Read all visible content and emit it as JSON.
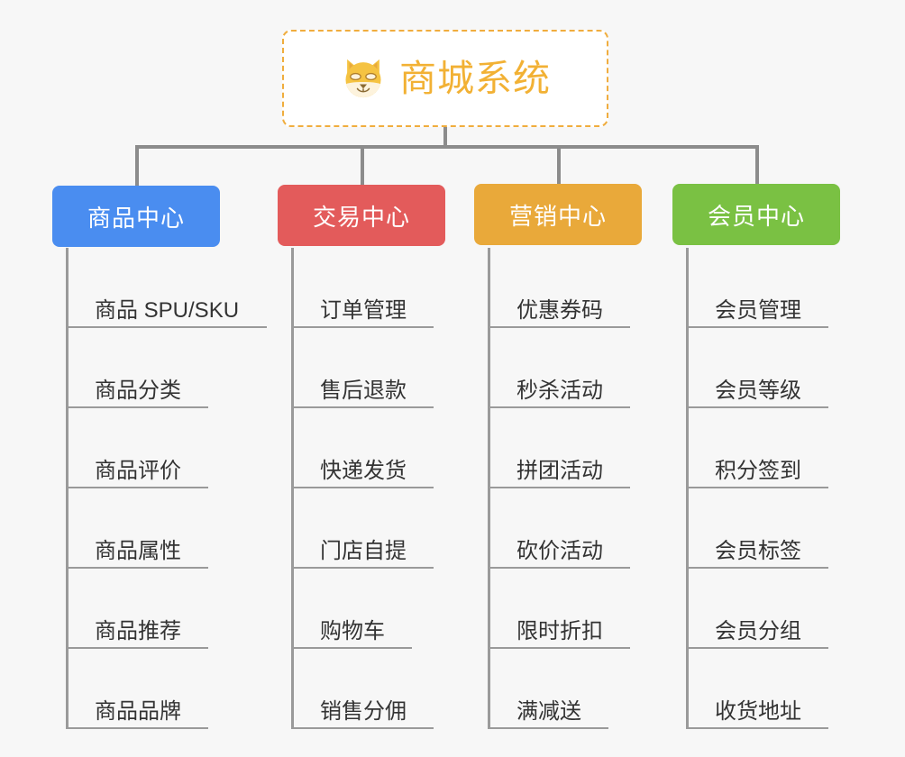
{
  "background_color": "#f7f7f7",
  "root": {
    "title": "商城系统",
    "icon": "shiba-dog-face-icon",
    "text_color": "#f2b134",
    "border_color": "#f0ad3e",
    "fill_color": "#ffffff"
  },
  "connector_color": "#8c8c8c",
  "branches": [
    {
      "label": "商品中心",
      "color": "#4a8df0",
      "items": [
        "商品 SPU/SKU",
        "商品分类",
        "商品评价",
        "商品属性",
        "商品推荐",
        "商品品牌"
      ]
    },
    {
      "label": "交易中心",
      "color": "#e35b5b",
      "items": [
        "订单管理",
        "售后退款",
        "快递发货",
        "门店自提",
        "购物车",
        "销售分佣"
      ]
    },
    {
      "label": "营销中心",
      "color": "#e9a93a",
      "items": [
        "优惠券码",
        "秒杀活动",
        "拼团活动",
        "砍价活动",
        "限时折扣",
        "满减送"
      ]
    },
    {
      "label": "会员中心",
      "color": "#7ac143",
      "items": [
        "会员管理",
        "会员等级",
        "积分签到",
        "会员标签",
        "会员分组",
        "收货地址"
      ]
    }
  ]
}
